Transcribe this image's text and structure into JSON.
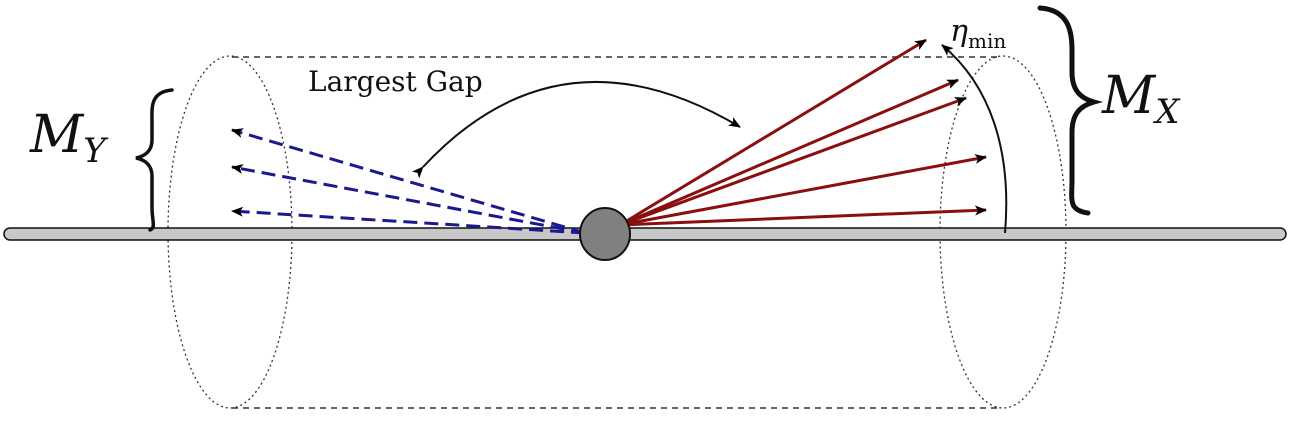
{
  "labels": {
    "gap": "Largest Gap",
    "my_main": "M",
    "my_sub": "Y",
    "mx_main": "M",
    "mx_sub": "X",
    "eta_main": "η",
    "eta_sub": "min"
  },
  "colors": {
    "beam_fill": "#c8c8c8",
    "vertex_fill": "#808080",
    "forward_tracks": "#8b0f0f",
    "backward_tracks": "#1a1a8c",
    "outline": "#000000"
  },
  "tracks": {
    "backward_count": 3,
    "forward_count": 5
  }
}
